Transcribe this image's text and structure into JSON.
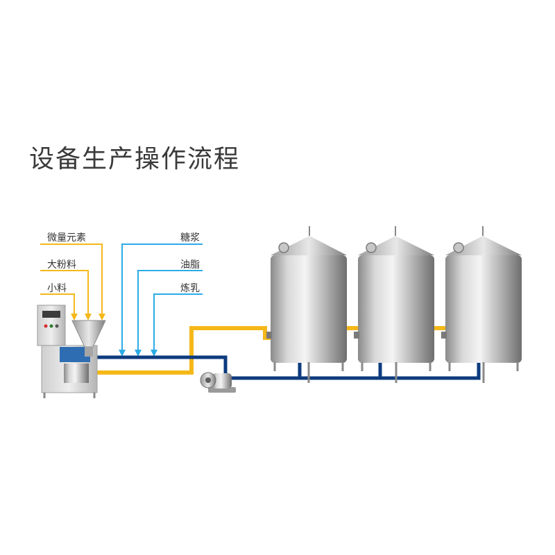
{
  "title": "设备生产操作流程",
  "inputs_left": [
    "微量元素",
    "大粉料",
    "小料"
  ],
  "inputs_right": [
    "糖浆",
    "油脂",
    "炼乳"
  ],
  "colors": {
    "yellow_line": "#f5b819",
    "blue_line": "#2cabe6",
    "navy_pipe": "#0d3b7e",
    "steel": "#a9a9a9"
  }
}
